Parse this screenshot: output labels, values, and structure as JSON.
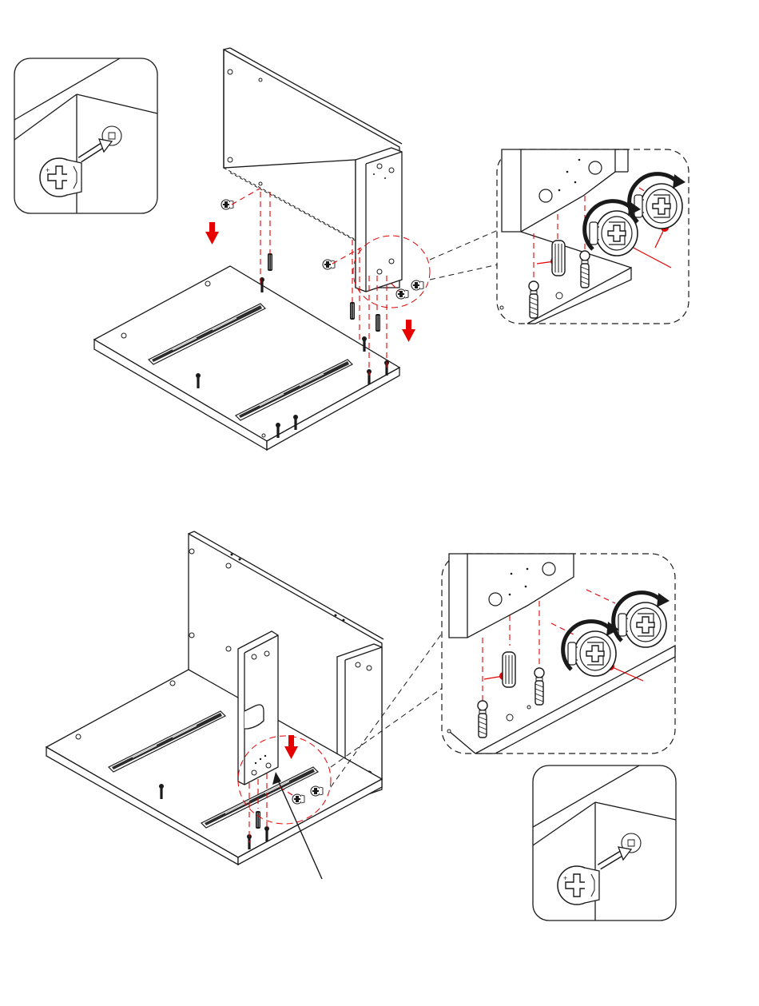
{
  "document": {
    "type": "assembly-instructions",
    "text_labels": []
  },
  "colors": {
    "line": "#1a1a1a",
    "accent_red": "#e60000",
    "panel_fill": "#ffffff",
    "rail_dark": "#2b2b2b",
    "inset_dash": "#1a1a1a"
  },
  "steps": [
    {
      "name": "step-a",
      "parts": [
        "side-panel",
        "bottom-panel",
        "drawer-slide",
        "drawer-slide",
        "cam-lock",
        "cam-lock",
        "cam-lock",
        "cam-lock",
        "wood-dowel",
        "wood-dowel",
        "cam-bolt",
        "cam-bolt",
        "cam-bolt"
      ],
      "arrows": [
        "arrow-down",
        "arrow-down"
      ],
      "insets": [
        "cam-insert-detail",
        "cam-tighten-detail"
      ]
    },
    {
      "name": "step-b",
      "parts": [
        "side-panel",
        "divider-panel",
        "bottom-panel",
        "drawer-slide",
        "drawer-slide",
        "cam-lock",
        "cam-lock",
        "wood-dowel",
        "cam-bolt"
      ],
      "arrows": [
        "arrow-down"
      ],
      "insets": [
        "cam-tighten-detail",
        "cam-insert-detail"
      ]
    }
  ],
  "icons": [
    "cam-lock-icon",
    "rotate-arrow-icon",
    "insert-arrow-icon",
    "dowel-icon",
    "cam-bolt-icon",
    "drawer-slide-icon"
  ]
}
